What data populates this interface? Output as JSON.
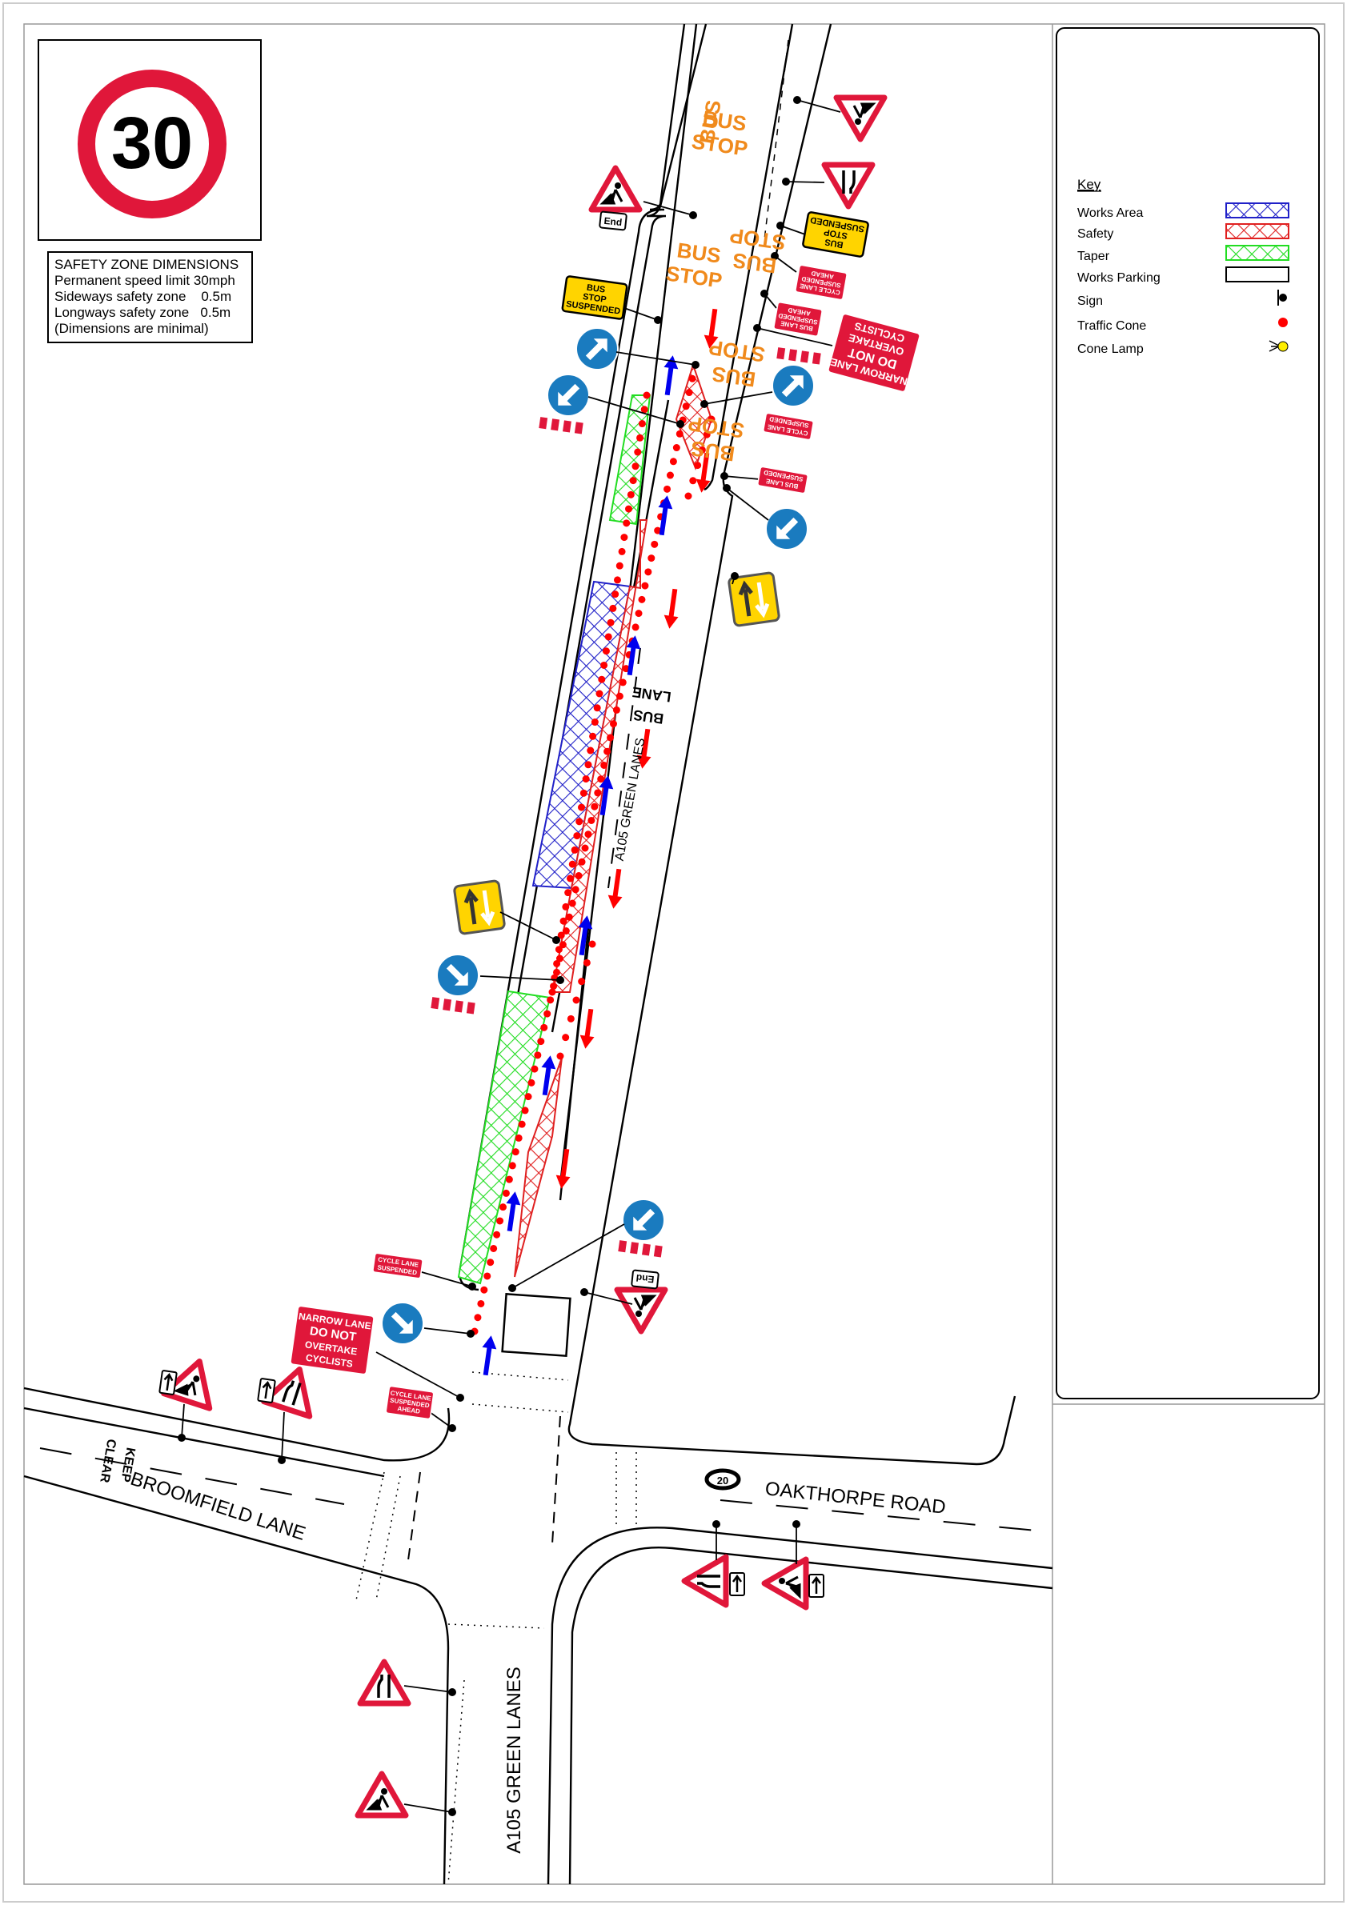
{
  "speed_sign": {
    "value": "30",
    "ring_color": "#e0173a"
  },
  "safety_zone": {
    "title": "SAFETY ZONE DIMENSIONS",
    "lines": [
      "Permanent speed limit 30mph",
      "Sideways safety zone    0.5m",
      "Longways safety zone   0.5m",
      "(Dimensions are minimal)"
    ]
  },
  "key": {
    "title": "Key",
    "items": [
      {
        "label": "Works Area",
        "color": "#2020c8",
        "symbol": "blue-hatch"
      },
      {
        "label": "Safety",
        "color": "#e02020",
        "symbol": "red-hatch"
      },
      {
        "label": "Taper",
        "color": "#22dd22",
        "symbol": "green-hatch"
      },
      {
        "label": "Works Parking",
        "color": "#000000",
        "symbol": "outline-box"
      },
      {
        "label": "Sign",
        "color": "#000000",
        "symbol": "sign-post"
      },
      {
        "label": "Traffic Cone",
        "color": "#ff0000",
        "symbol": "red-dot"
      },
      {
        "label": "Cone Lamp",
        "color": "#ffee00",
        "symbol": "lamp"
      }
    ]
  },
  "signs": {
    "bus_stop_suspended": [
      "BUS",
      "STOP",
      "SUSPENDED"
    ],
    "cycle_lane_suspended": [
      "CYCLE LANE",
      "SUSPENDED"
    ],
    "cycle_lane_suspended_ahead": [
      "CYCLE LANE",
      "SUSPENDED",
      "AHEAD"
    ],
    "bus_lane_suspended": [
      "BUS LANE",
      "SUSPENDED"
    ],
    "bus_lane_suspended_ahead": [
      "BUS LANE",
      "SUSPENDED",
      "AHEAD"
    ],
    "narrow_lane": [
      "NARROW LANE",
      "DO NOT",
      "OVERTAKE",
      "CYCLISTS"
    ],
    "end_plate": "End",
    "sign_red": "#e0173a",
    "sign_yellow": "#ffd400",
    "keep_left_blue": "#1a7bbf"
  },
  "markings": {
    "bus_stop": [
      "BUS",
      "STOP"
    ],
    "bus_lane": [
      "BUS",
      "LANE"
    ],
    "keep_clear": [
      "KEEP",
      "CLEAR"
    ],
    "roundel": "20"
  },
  "roads": {
    "main_upper": "A105 GREEN LANES",
    "main_lower": "A105 GREEN LANES",
    "west": "BROOMFIELD LANE",
    "east": "OAKTHORPE ROAD"
  }
}
